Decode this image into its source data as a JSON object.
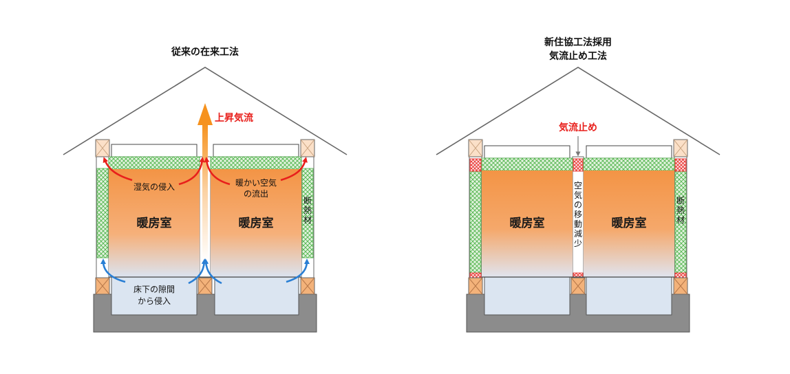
{
  "left_house": {
    "title": "従来の在来工法",
    "updraft_label": "上昇気流",
    "moisture_label": "湿気の侵入",
    "warm_air_label_line1": "暖かい空気",
    "warm_air_label_line2": "の流出",
    "insulation_label": "断熱材",
    "room_left": "暖房室",
    "room_right": "暖房室",
    "underfloor_line1": "床下の隙間",
    "underfloor_line2": "から侵入"
  },
  "right_house": {
    "title_line1": "新住協工法採用",
    "title_line2": "気流止め工法",
    "airstop_label": "気流止め",
    "room_left": "暖房室",
    "room_right": "暖房室",
    "reduced_label": "空気の移動減少",
    "insulation_label": "断熱材"
  },
  "colors": {
    "room_orange": "#f39445",
    "insulation_green": "#4fb34a",
    "airstop_red": "#e8201c",
    "updraft_orange": "#f6921e",
    "airflow_blue": "#2a7fd4",
    "foundation_gray": "#8c8c8c",
    "underfloor_blue": "#dbe5f1"
  }
}
